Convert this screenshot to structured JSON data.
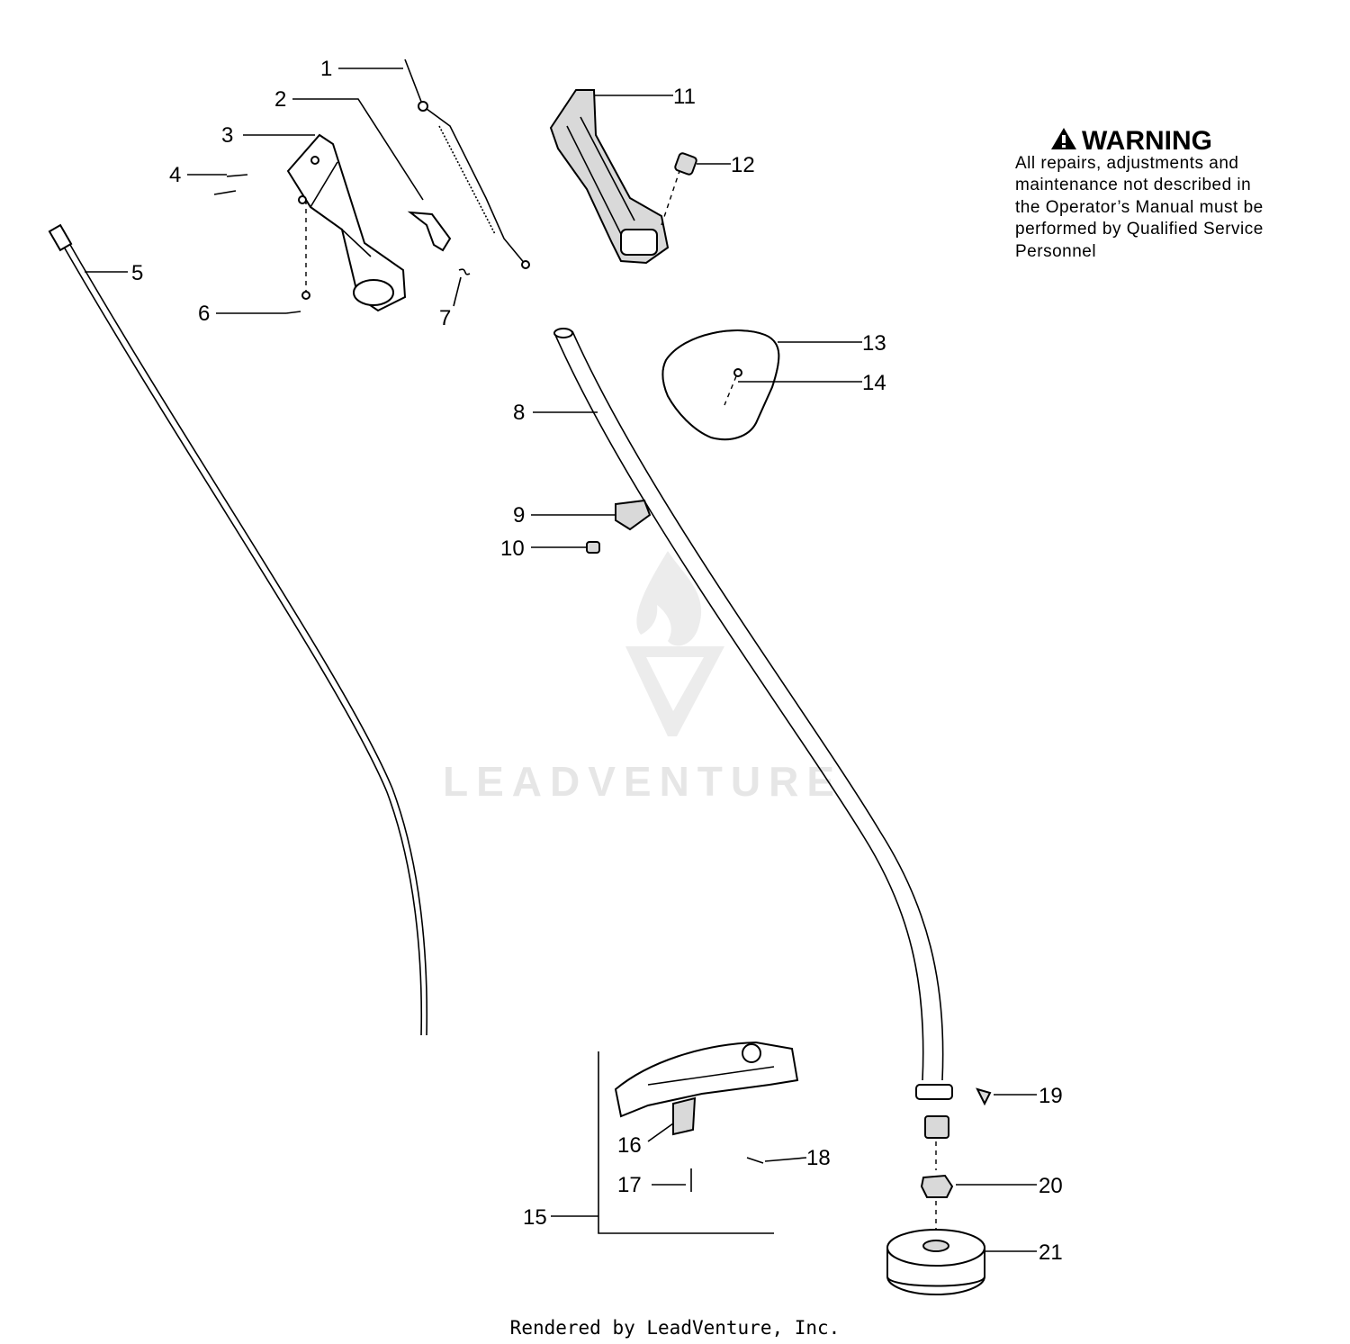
{
  "callouts": [
    "1",
    "2",
    "3",
    "4",
    "5",
    "6",
    "7",
    "8",
    "9",
    "10",
    "11",
    "12",
    "13",
    "14",
    "15",
    "16",
    "17",
    "18",
    "19",
    "20",
    "21"
  ],
  "warning": {
    "title": "WARNING",
    "lines": [
      "All repairs, adjustments and",
      "maintenance not described in",
      "the Operator’s Manual must be",
      "performed by Qualified Service",
      "Personnel"
    ]
  },
  "watermark": {
    "text": "LEADVENTURE"
  },
  "footer": {
    "text": "Rendered by LeadVenture, Inc."
  },
  "icons": {
    "warning": "warning-triangle-icon",
    "watermark": "leadventure-flame-logo-icon"
  }
}
